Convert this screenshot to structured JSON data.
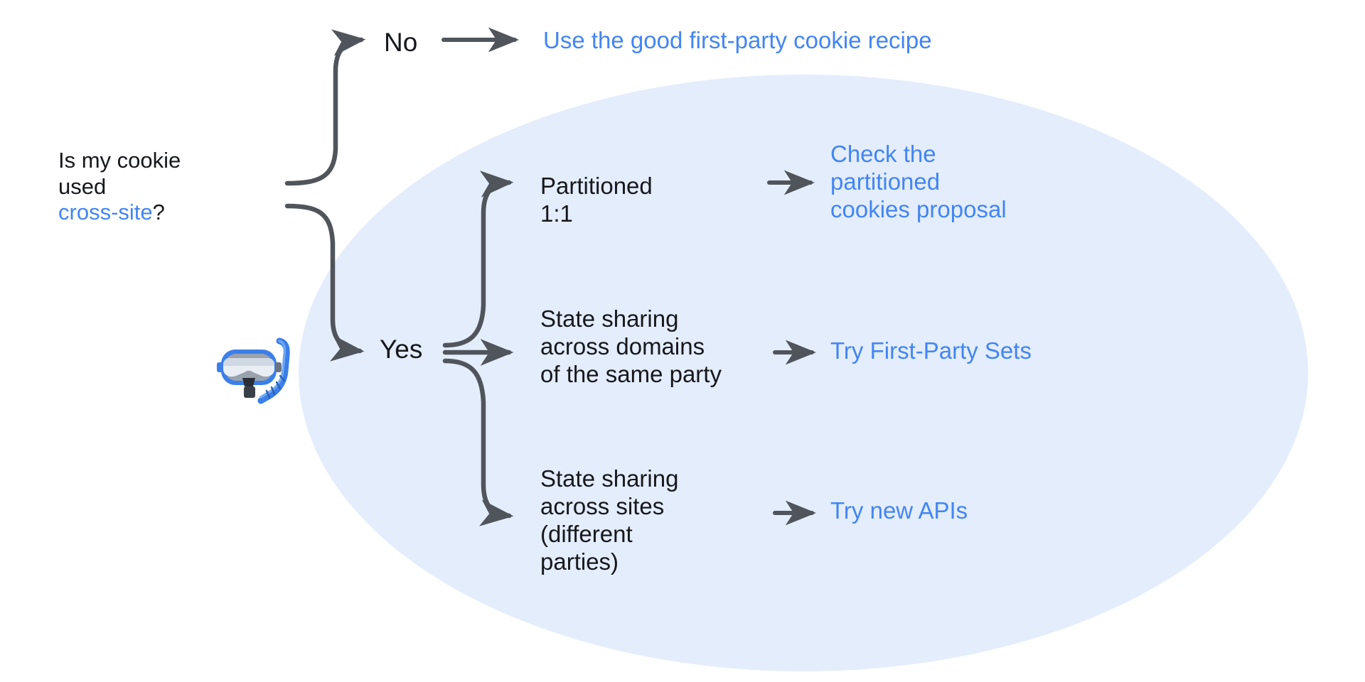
{
  "diagram": {
    "type": "decision-flowchart",
    "title_text": "Is my cookie used cross-site?",
    "root": {
      "line1": "Is my cookie",
      "line2": "used",
      "highlight": "cross-site",
      "suffix": "?"
    },
    "branch_labels": {
      "no": "No",
      "yes": "Yes"
    },
    "outcomes": {
      "no_outcome": "Use the good first-party cookie recipe"
    },
    "yes_branches": [
      {
        "condition": "Partitioned\n1:1",
        "result": "Check the\npartitioned\ncookies proposal"
      },
      {
        "condition": "State sharing\nacross domains\nof the same party",
        "result": "Try First-Party Sets"
      },
      {
        "condition": "State sharing\nacross sites\n(different\nparties)",
        "result": "Try new APIs"
      }
    ],
    "emoji": {
      "name": "diving-mask",
      "glyph": "🥿"
    },
    "colors": {
      "link_blue": "#4285f4",
      "text_dark": "#16181c",
      "ellipse_fill": "#e4edfc",
      "arrow_gray": "#50555c",
      "background": "#ffffff"
    }
  }
}
